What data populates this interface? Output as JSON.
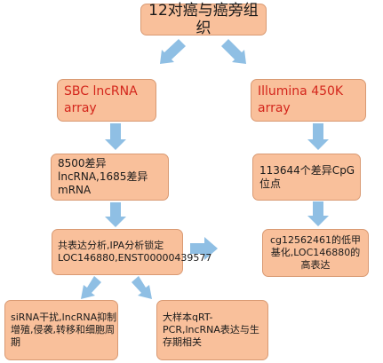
{
  "nodes": {
    "top": "12对癌与癌旁组织",
    "left_array": "SBC lncRNA array",
    "right_array": "Illumina 450K array",
    "left_result": "8500差异lncRNA,1685差异mRNA",
    "right_result": "113644个差异CpG位点",
    "coexpression": "共表达分析,IPA分析锁定LOC146880,ENST00000439577",
    "methylation": "cg12562461的低甲基化,LOC146880的高表达",
    "sirna": "siRNA干扰,lncRNA抑制增殖,侵袭,转移和细胞周期",
    "qrtpcr": "大样本qRT-PCR,lncRNA表达与生存期相关"
  },
  "colors": {
    "box_fill": "#f9c09b",
    "box_border": "#d99a73",
    "arrow": "#8fbfe4",
    "highlight_text": "#d4261c"
  }
}
